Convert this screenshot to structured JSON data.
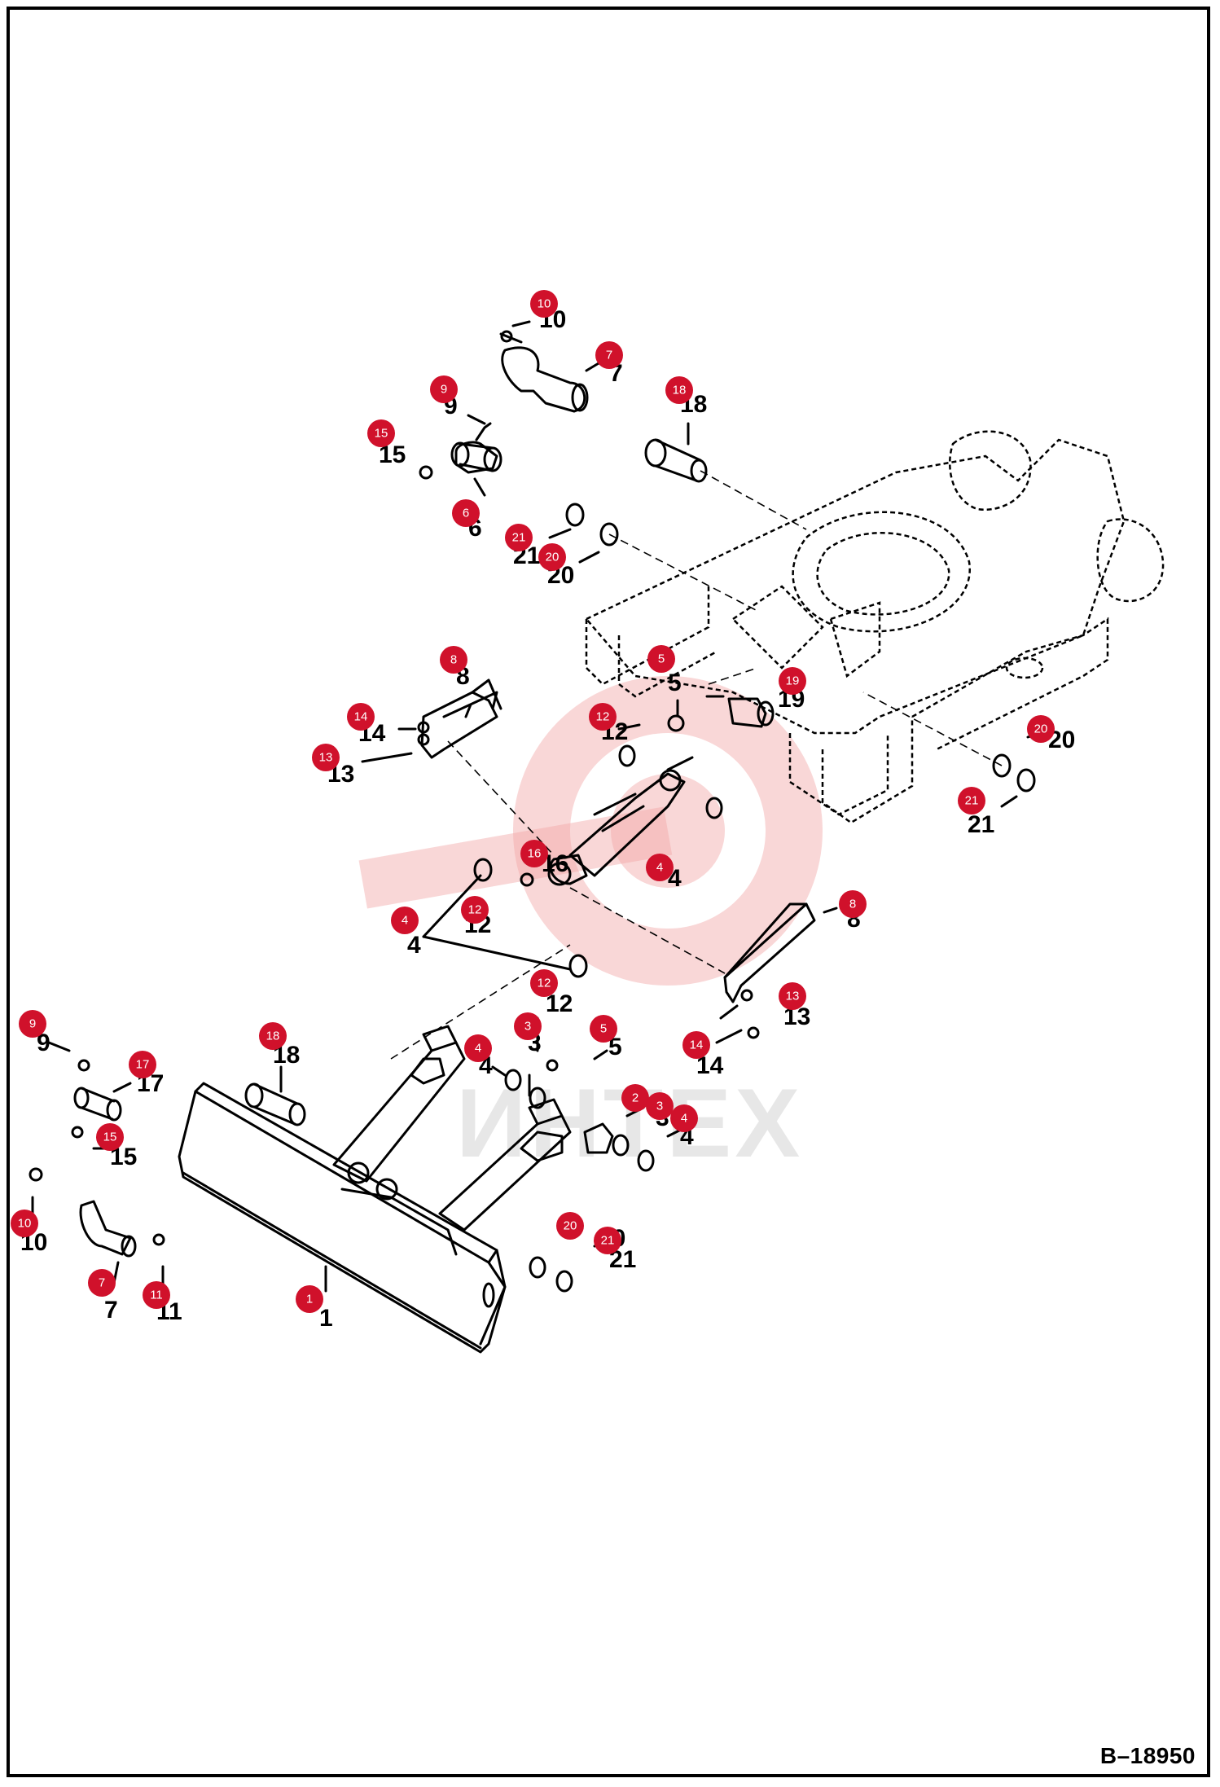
{
  "document_code": "B–18950",
  "watermark_text": "ИНТЕХ",
  "callouts": [
    {
      "id": "c10a",
      "number": "10"
    },
    {
      "id": "c7a",
      "number": "7"
    },
    {
      "id": "c9a",
      "number": "9"
    },
    {
      "id": "c18a",
      "number": "18"
    },
    {
      "id": "c15a",
      "number": "15"
    },
    {
      "id": "c6",
      "number": "6"
    },
    {
      "id": "c21a",
      "number": "21"
    },
    {
      "id": "c20a",
      "number": "20"
    },
    {
      "id": "c8a",
      "number": "8"
    },
    {
      "id": "c5a",
      "number": "5"
    },
    {
      "id": "c14a",
      "number": "14"
    },
    {
      "id": "c12a",
      "number": "12"
    },
    {
      "id": "c19",
      "number": "19"
    },
    {
      "id": "c13a",
      "number": "13"
    },
    {
      "id": "c20b",
      "number": "20"
    },
    {
      "id": "c21b",
      "number": "21"
    },
    {
      "id": "c16",
      "number": "16"
    },
    {
      "id": "c4a",
      "number": "4"
    },
    {
      "id": "c12b",
      "number": "12"
    },
    {
      "id": "c4b",
      "number": "4"
    },
    {
      "id": "c8b",
      "number": "8"
    },
    {
      "id": "c12c",
      "number": "12"
    },
    {
      "id": "c13b",
      "number": "13"
    },
    {
      "id": "c3a",
      "number": "3"
    },
    {
      "id": "c5b",
      "number": "5"
    },
    {
      "id": "c14b",
      "number": "14"
    },
    {
      "id": "c9b",
      "number": "9"
    },
    {
      "id": "c18b",
      "number": "18"
    },
    {
      "id": "c4c",
      "number": "4"
    },
    {
      "id": "c17",
      "number": "17"
    },
    {
      "id": "c2",
      "number": "2"
    },
    {
      "id": "c3b",
      "number": "3"
    },
    {
      "id": "c4d",
      "number": "4"
    },
    {
      "id": "c15b",
      "number": "15"
    },
    {
      "id": "c10b",
      "number": "10"
    },
    {
      "id": "c20c",
      "number": "20"
    },
    {
      "id": "c21c",
      "number": "21"
    },
    {
      "id": "c7b",
      "number": "7"
    },
    {
      "id": "c11",
      "number": "11"
    },
    {
      "id": "c1",
      "number": "1"
    }
  ],
  "labels": [
    {
      "id": "l10a",
      "text": "10"
    },
    {
      "id": "l7a",
      "text": "7"
    },
    {
      "id": "l9a",
      "text": "9"
    },
    {
      "id": "l18a",
      "text": "18"
    },
    {
      "id": "l15a",
      "text": "15"
    },
    {
      "id": "l6",
      "text": "6"
    },
    {
      "id": "l21a",
      "text": "21"
    },
    {
      "id": "l20a",
      "text": "20"
    },
    {
      "id": "l8a",
      "text": "8"
    },
    {
      "id": "l5a",
      "text": "5"
    },
    {
      "id": "l14a",
      "text": "14"
    },
    {
      "id": "l12a",
      "text": "12"
    },
    {
      "id": "l19",
      "text": "19"
    },
    {
      "id": "l13a",
      "text": "13"
    },
    {
      "id": "l20b",
      "text": "20"
    },
    {
      "id": "l21b",
      "text": "21"
    },
    {
      "id": "l4a",
      "text": "4"
    },
    {
      "id": "l16",
      "text": "16"
    },
    {
      "id": "l4b",
      "text": "4"
    },
    {
      "id": "l12b",
      "text": "12"
    },
    {
      "id": "l8b",
      "text": "8"
    },
    {
      "id": "l12c",
      "text": "12"
    },
    {
      "id": "l13b",
      "text": "13"
    },
    {
      "id": "l3a",
      "text": "3"
    },
    {
      "id": "l5b",
      "text": "5"
    },
    {
      "id": "l14b",
      "text": "14"
    },
    {
      "id": "l9b",
      "text": "9"
    },
    {
      "id": "l18b",
      "text": "18"
    },
    {
      "id": "l4c",
      "text": "4"
    },
    {
      "id": "l17",
      "text": "17"
    },
    {
      "id": "l2",
      "text": "2"
    },
    {
      "id": "l3b",
      "text": "3"
    },
    {
      "id": "l4d",
      "text": "4"
    },
    {
      "id": "l15b",
      "text": "15"
    },
    {
      "id": "l10b",
      "text": "10"
    },
    {
      "id": "l20c",
      "text": "20"
    },
    {
      "id": "l21c",
      "text": "21"
    },
    {
      "id": "l7b",
      "text": "7"
    },
    {
      "id": "l11",
      "text": "11"
    },
    {
      "id": "l1",
      "text": "1"
    }
  ]
}
